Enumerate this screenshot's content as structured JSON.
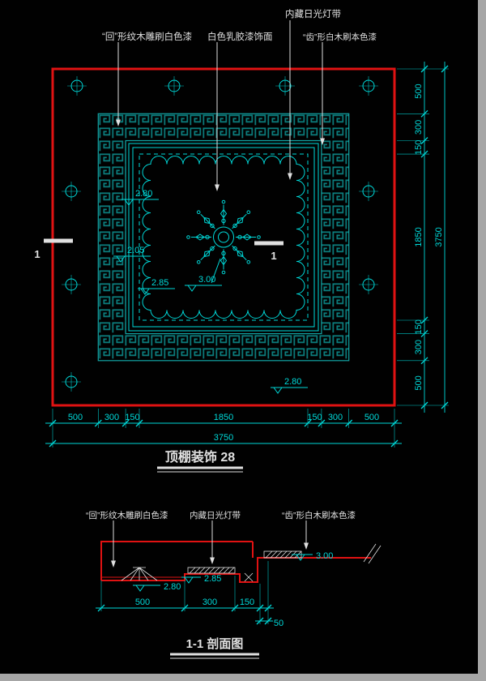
{
  "colors": {
    "bg": "#010101",
    "red": "#e01212",
    "cyan": "#00d9d9",
    "teal": "#0c8080",
    "teal2": "#12a5a5",
    "white": "#e0e0e0",
    "gray": "#a6a6a6"
  },
  "plan": {
    "title": "顶棚装饰 28",
    "callouts": {
      "lamp": "内藏日光灯带",
      "carved": "“回”形纹木雕刷白色漆",
      "paint": "白色乳胶漆饰面",
      "tooth": "“齿”形白木刷本色漆"
    },
    "section_mark_left": "1",
    "section_mark_right": "1",
    "levels": {
      "a": "2.80",
      "b": "2.05",
      "c": "2.85",
      "d": "3.00",
      "e": "2.80"
    },
    "dims_bottom": [
      "500",
      "300",
      "150",
      "1850",
      "150",
      "300",
      "500"
    ],
    "dims_bottom_total": "3750",
    "dims_right": [
      "500",
      "300",
      "150",
      "1850",
      "150",
      "300",
      "500"
    ],
    "dims_right_total": "3750"
  },
  "section": {
    "title": "1-1 剖面图",
    "callouts": {
      "carved": "“回”形纹木雕刷白色漆",
      "lamp": "内藏日光灯带",
      "tooth": "“齿”形白木刷本色漆"
    },
    "levels": {
      "a": "2.80",
      "b": "2.85",
      "c": "3.00"
    },
    "dims": [
      "500",
      "300",
      "150"
    ],
    "dim_offset": "50"
  }
}
